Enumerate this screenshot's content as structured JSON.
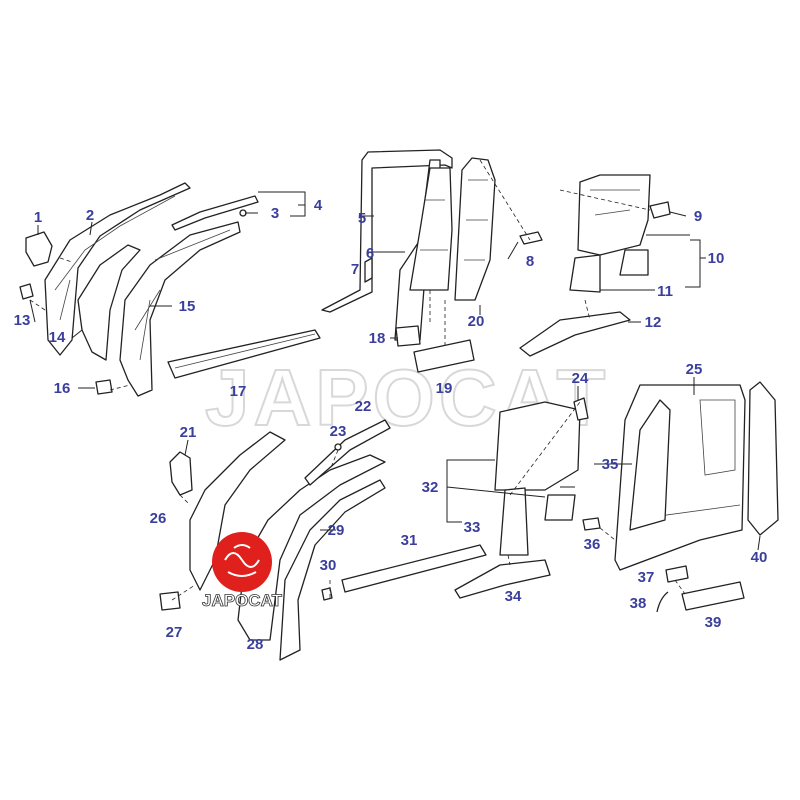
{
  "diagram": {
    "watermark": "JAPOCAT",
    "logo_text": "JAPOCAT",
    "label_color": "#3b3f9c",
    "logo_color": "#e0201c",
    "part_numbers": [
      "1",
      "2",
      "3",
      "4",
      "5",
      "6",
      "7",
      "8",
      "9",
      "10",
      "11",
      "12",
      "13",
      "14",
      "15",
      "16",
      "17",
      "18",
      "19",
      "20",
      "21",
      "22",
      "23",
      "24",
      "25",
      "26",
      "27",
      "28",
      "29",
      "30",
      "31",
      "32",
      "33",
      "34",
      "35",
      "36",
      "37",
      "38",
      "39",
      "40"
    ]
  }
}
